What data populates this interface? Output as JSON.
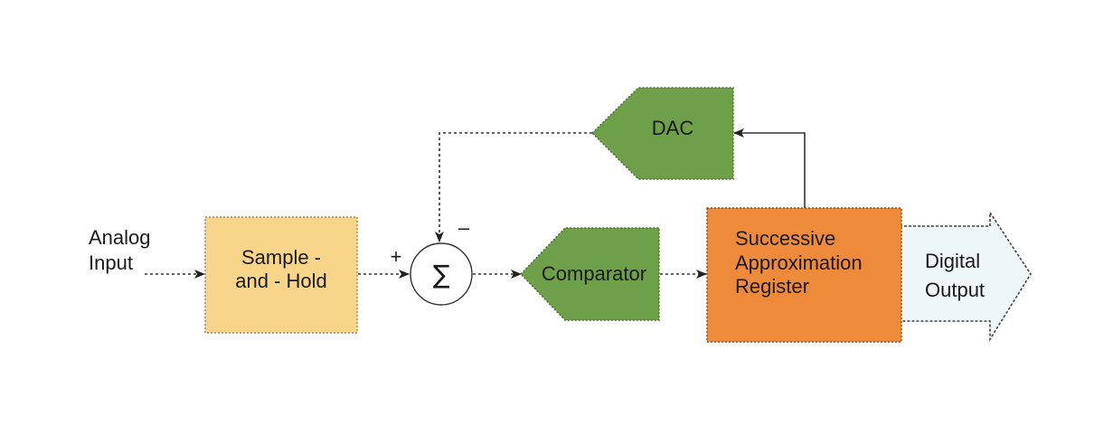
{
  "labels": {
    "analog_input_line1": "Analog",
    "analog_input_line2": "Input",
    "sample_hold_line1": "Sample -",
    "sample_hold_line2": "and - Hold",
    "plus_sign": "+",
    "minus_sign": "–",
    "sum_symbol": "∑",
    "comparator": "Comparator",
    "dac": "DAC",
    "sar_line1": "Successive",
    "sar_line2": "Approximation",
    "sar_line3": "Register",
    "digital_output_line1": "Digital",
    "digital_output_line2": "Output"
  },
  "colors": {
    "sample_hold_fill": "#f9d58a",
    "comparator_fill": "#6ea04a",
    "dac_fill": "#6ea04a",
    "sar_fill": "#ee8b3a",
    "output_arrow_fill": "#eef6f8",
    "summer_fill": "#ffffff"
  }
}
